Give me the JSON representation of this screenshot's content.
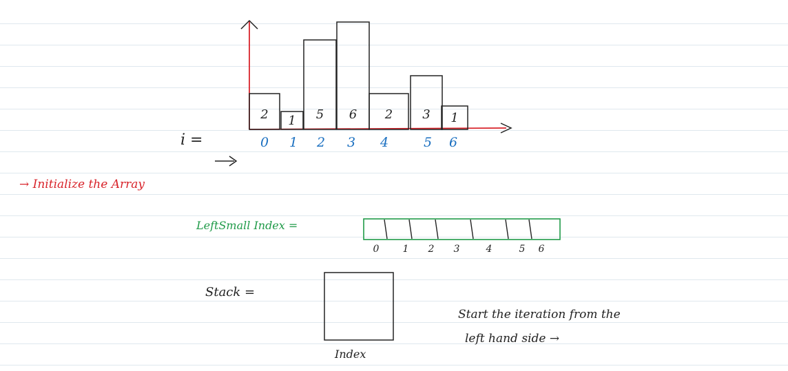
{
  "histogram": {
    "heights": [
      2,
      1,
      5,
      6,
      2,
      3,
      1
    ],
    "bar_labels": [
      "2",
      "1",
      "5",
      "6",
      "2",
      "3",
      "1"
    ],
    "index_labels": [
      "0",
      "1",
      "2",
      "3",
      "4",
      "5",
      "6"
    ],
    "index_label": "i ="
  },
  "notes": {
    "initialize": "→ Initialize the Array",
    "left_small_label": "LeftSmall Index =",
    "array_index_labels": [
      "0",
      "1",
      "2",
      "3",
      "4",
      "5",
      "6"
    ],
    "stack_label": "Stack =",
    "stack_caption": "Index",
    "iteration_line1": "Start the iteration from the",
    "iteration_line2": "left hand side →"
  },
  "colors": {
    "axis": "#d8232a",
    "index": "#1a6fc0",
    "green": "#1f9a48",
    "ink": "#222222"
  }
}
